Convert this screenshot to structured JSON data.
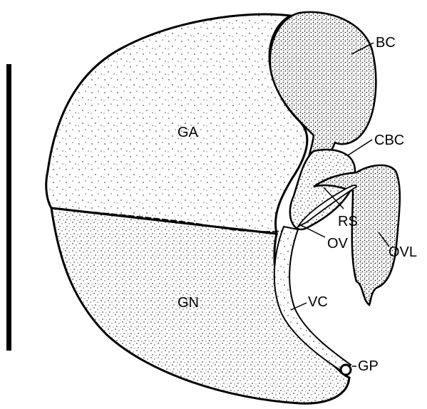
{
  "figure": {
    "colors": {
      "ink": "#000000",
      "paper": "#ffffff"
    },
    "labels": {
      "bc": "BC",
      "cbc": "CBC",
      "ga": "GA",
      "gn": "GN",
      "rs": "RS",
      "ov": "OV",
      "ovl": "OVL",
      "vc": "VC",
      "gp": "GP"
    }
  }
}
